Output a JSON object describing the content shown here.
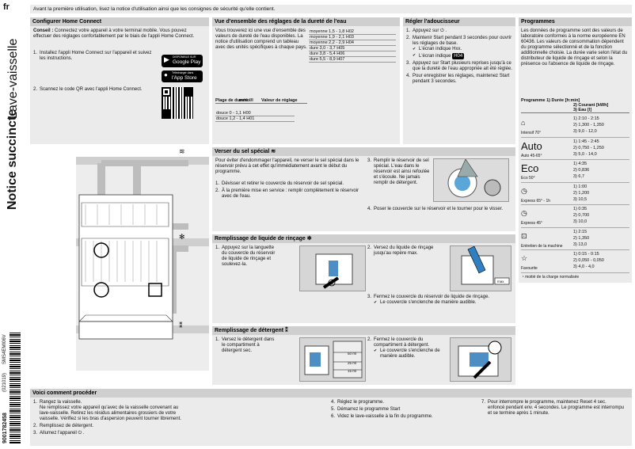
{
  "lang": "fr",
  "top_notice": "Avant la première utilisation, lisez la notice d'utilisation ainsi que les consignes de sécurité qu'elle contient.",
  "side": {
    "title": "Notice succincte",
    "subtitle": "Lave-vaisselle",
    "model": "SMS4EMI06V",
    "date": "(021019)",
    "code": "9001782458"
  },
  "connect": {
    "title": "Configurer Home Connect",
    "conseil_label": "Conseil :",
    "conseil_text": "Connectez votre appareil à votre terminal mobile. Vous pouvez effectuer des réglages confortablement par le biais de l'appli Home Connect.",
    "step1": "Installez l'appli Home Connect sur l'appareil et suivez les instructions.",
    "step2": "Scannez le code QR avec l'appli Home Connect.",
    "google_small": "DISPONIBLE SUR",
    "google": "Google Play",
    "apple_small": "Télécharger dans",
    "apple": "l'App Store"
  },
  "water": {
    "title": "Vue d'ensemble des réglages de la dureté de l'eau",
    "intro": "Vous trouverez ici une vue d'ensemble des valeurs de dureté de l'eau disponibles. La notice d'utilisation comprend un tableau avec des unités spécifiques à chaque pays.",
    "h1": "Plage de dureté",
    "h2": "mmol/l",
    "h3": "Valeur de réglage",
    "rows_left": [
      "douce 0 - 1,1 H00",
      "douce 1,2 - 1,4 H01"
    ],
    "rows_right": [
      "moyenne 1,5 - 1,8 H02",
      "moyenne 1,9 - 2,1 H03",
      "moyenne 2,2 - 2,9 H04",
      "dure 3,0 - 3,7 H05",
      "dure 3,8 - 5,4 H06",
      "dure 5,5 - 8,9 H07"
    ]
  },
  "softener": {
    "title": "Régler l'adoucisseur",
    "s1": "Appuyez sur ⏻ .",
    "s2": "Maintenir Start pendant 3 secondes pour ouvrir les réglages de base.",
    "c1": "L'écran indique Hxx.",
    "c2": "L'écran indique",
    "c2b": "H04",
    "s3": "Appuyez sur Start plusieurs reprises jusqu'à ce que la dureté de l'eau appropriée ait été réglée.",
    "s4": "Pour enregistrer les réglages, maintenez Start pendant 3 secondes."
  },
  "programs": {
    "title": "Programmes",
    "intro": "Les données de programme sont des valeurs de laboratoire conformes à la norme européenne EN 60436. Les valeurs de consommation dépendent du programme sélectionné et de la fonction additionnelle choisie. La durée varie selon l'état du distributeur de liquide de rinçage et selon la présence ou l'absence de liquide de rinçage.",
    "col1": "Programme 1) Durée [h:min]",
    "col2": "2) Courant [kWh]",
    "col3": "3) Eau [l]",
    "rows": [
      {
        "icon": "⌂",
        "name": "Intensif 70°",
        "vals": [
          "1) 2:10 - 2:15",
          "2) 1,300 - 1,350",
          "3) 9,0 - 12,0"
        ]
      },
      {
        "icon": "Auto",
        "name": "Auto 45-65°",
        "vals": [
          "1) 1:45 - 2:45",
          "2) 0,750 - 1,250",
          "3) 5,0 - 14,0"
        ]
      },
      {
        "icon": "Eco",
        "name": "Eco 50°",
        "vals": [
          "1) 4:35",
          "2) 0,836",
          "3) 6,7"
        ]
      },
      {
        "icon": "◷",
        "name": "Express 65° - 1h",
        "vals": [
          "1) 1:00",
          "2) 1,200",
          "3) 10,5"
        ]
      },
      {
        "icon": "◷",
        "name": "Express 45°",
        "vals": [
          "1) 0:35",
          "2) 0,700",
          "3) 10,0"
        ]
      },
      {
        "icon": "⊡",
        "name": "Entretien de la machine",
        "vals": [
          "1) 2:15",
          "2) 1,350",
          "3) 13,0"
        ]
      },
      {
        "icon": "☆",
        "name": "Favourite",
        "vals": [
          "1) 0:15 - 0:15",
          "2) 0,050 - 0,050",
          "3) 4,0 - 4,0"
        ]
      }
    ],
    "note": "moitié de la charge normalisée"
  },
  "salt": {
    "title": "Verser du sel spécial",
    "intro": "Pour éviter d'endommager l'appareil, ne verser le sel spécial dans le réservoir prévu à cet effet qu'immédiatement avant le début du programme.",
    "s1": "Dévisser et retirer le couvercle du réservoir de sel spécial.",
    "s2": "À la première mise en service : remplir complètement le réservoir avec de l'eau.",
    "s3": "Remplir le réservoir de sel spécial. L'eau dans le réservoir est ainsi refoulée et s'écoule. Ne jamais remplir de détergent.",
    "s4": "Poser le couvercle sur le réservoir et le tourner pour le visser."
  },
  "rinse": {
    "title": "Remplissage de liquide de rinçage",
    "s1": "Appuyez sur la languette du couvercle du réservoir de liquide de rinçage et soulevez-la.",
    "s2": "Versez du liquide de rinçage jusqu'au repère max.",
    "s3": "Fermez le couvercle du réservoir de liquide de rinçage.",
    "c3": "Le couvercle s'enclenche de manière audible.",
    "max": "max"
  },
  "detergent": {
    "title": "Remplissage de détergent",
    "s1": "Versez le détergent dans le compartiment à détergent sec.",
    "s2": "Fermez le couvercle du compartiment à détergent.",
    "c2": "Le couvercle s'enclenche de manière audible.",
    "ml1": "50 ml",
    "ml2": "25 ml",
    "ml3": "15 ml"
  },
  "proceed": {
    "title": "Voici comment procéder",
    "s1": "Rangez la vaisselle.",
    "s1b": "Ne remplissez votre appareil qu'avec de la vaisselle convenant au lave-vaisselle. Retirez les résidus alimentaires grossiers de votre vaisselle. Vérifiez si les bras d'aspersion peuvent tourner librement.",
    "s2": "Remplissez de détergent.",
    "s3": "Allumez l'appareil ⏻ .",
    "s4": "Réglez le programme.",
    "s5": "Démarrez le programme Start",
    "s6": "Videz le lave-vaisselle à la fin du programme.",
    "s7": "Pour interrompre le programme, maintenez Reset 4 sec. enfoncé pendant env. 4 secondes. Le programme est interrompu et se termine après 1 minute."
  },
  "diagram": {
    "salt_icon": "≋",
    "rinse_icon": "✻",
    "det_icon": "⁑"
  }
}
